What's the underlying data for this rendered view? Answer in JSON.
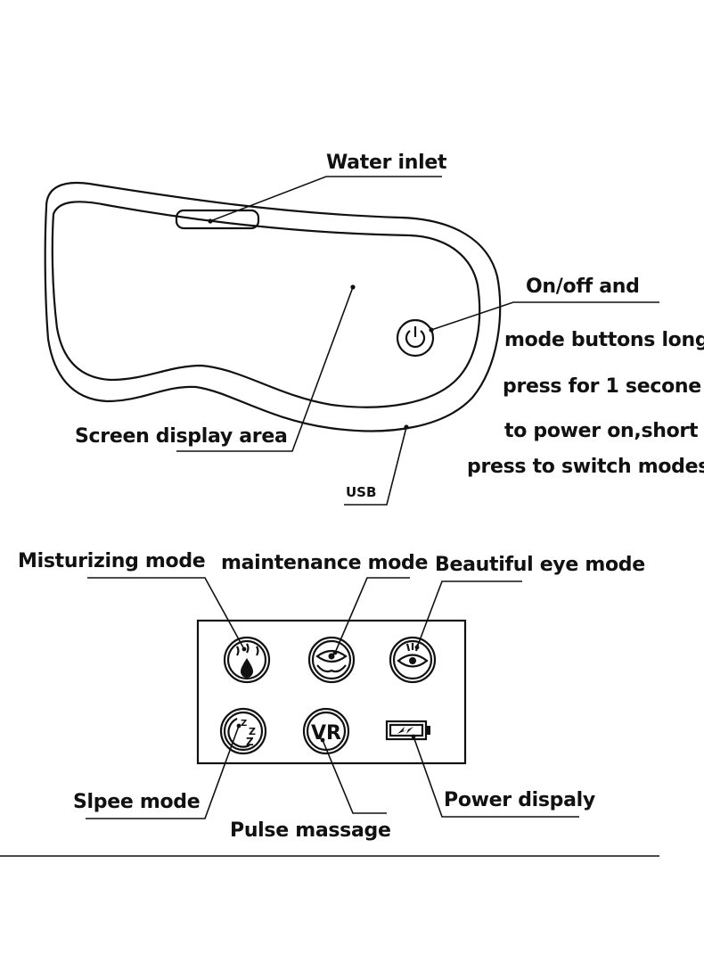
{
  "labels": {
    "water_inlet": "Water inlet",
    "onoff_line1": "On/off and",
    "onoff_line2": "mode buttons long",
    "onoff_line3": "press for 1 secone",
    "onoff_line4": "to power on,short",
    "onoff_line5": "press to switch modes",
    "screen_display_area": "Screen display area",
    "usb": "USB",
    "misturizing_mode": "Misturizing mode",
    "maintenance_mode": "maintenance mode",
    "beautiful_eye_mode": "Beautiful eye mode",
    "slpee_mode": "Slpee mode",
    "pulse_massage": "Pulse massage",
    "power_dispaly": "Power dispaly"
  },
  "icons": {
    "moisturizing": "droplet-steam-icon",
    "maintenance": "eye-hand-icon",
    "beautiful_eye": "eye-lashes-icon",
    "sleep": "moon-zzz-icon",
    "vr": "vr-icon",
    "battery": "battery-icon",
    "power": "power-icon",
    "vr_text": "VR",
    "zzz_text": "Z"
  },
  "colors": {
    "ink": "#111111",
    "background": "#ffffff"
  }
}
